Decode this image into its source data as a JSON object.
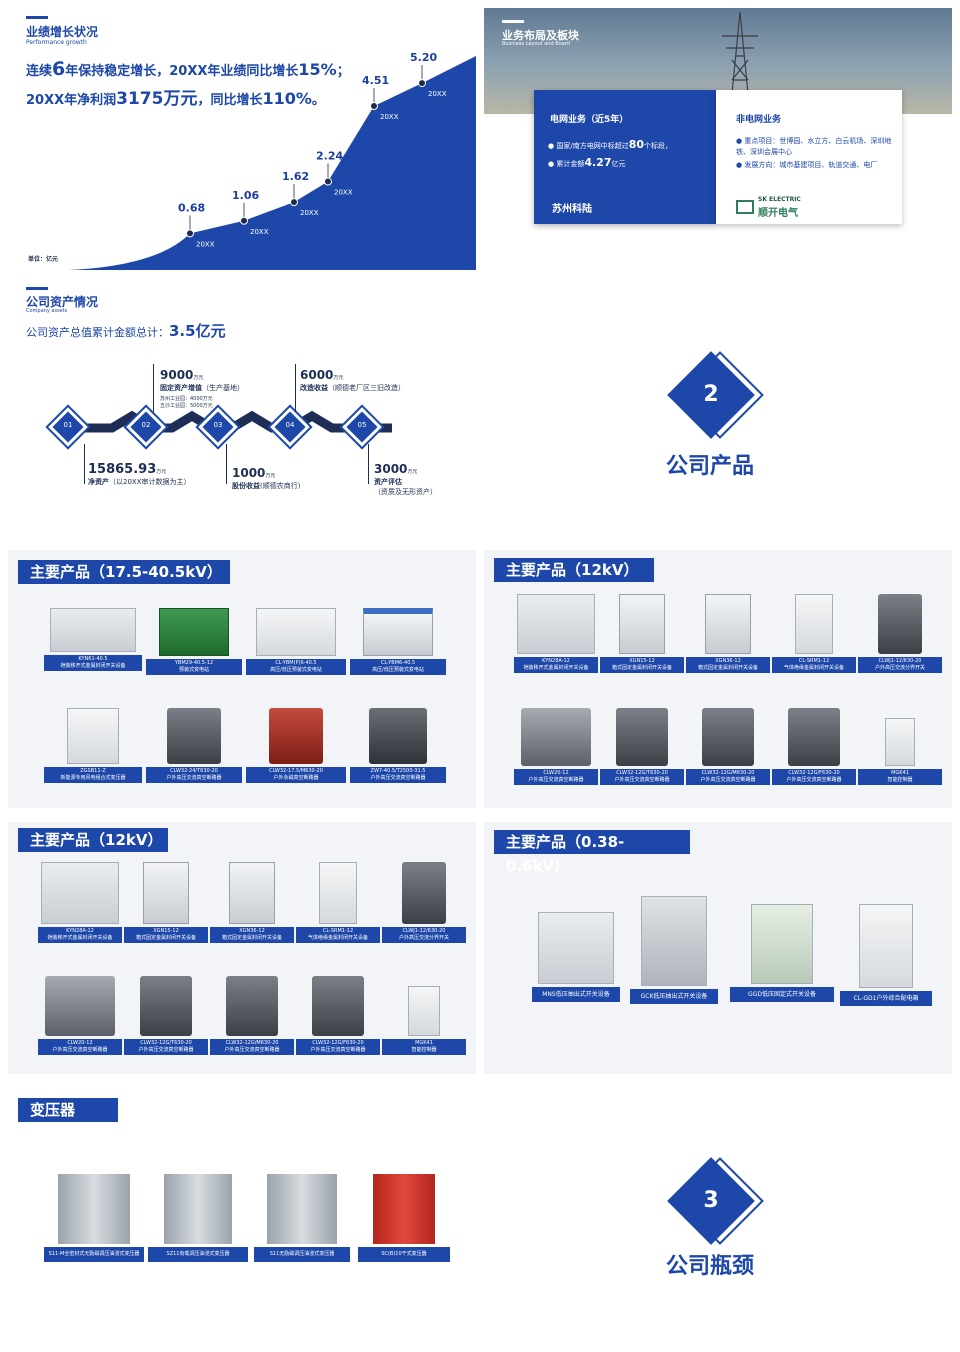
{
  "perf": {
    "title": "业绩增长状况",
    "subtitle": "Performance growth",
    "line1_a": "连续",
    "line1_num": "6",
    "line1_b": "年保持稳定增长，20XX年业绩同比增长",
    "line1_pct": "15%",
    "line1_end": "；",
    "line2_a": "20XX年净利润",
    "line2_num": "3175万元",
    "line2_b": "，同比增长",
    "line2_pct": "110%",
    "line2_end": "。",
    "unit": "单位：亿元"
  },
  "chart_data": {
    "type": "area",
    "categories": [
      "20XX",
      "20XX",
      "20XX",
      "20XX",
      "20XX",
      "20XX"
    ],
    "values": [
      0.68,
      1.06,
      1.62,
      2.24,
      4.51,
      5.2
    ],
    "value_labels": [
      "0.68",
      "1.06",
      "1.62",
      "2.24",
      "4.51",
      "5.20"
    ],
    "color": "#1d47a8",
    "grid": false
  },
  "biz": {
    "title": "业务布局及板块",
    "subtitle": "Business Layout and Board",
    "grid_title": "电网业务（近5年）",
    "grid_item1_a": "国家/南方电网中标超过",
    "grid_item1_num": "80",
    "grid_item1_b": "个标段，",
    "grid_item2_a": "累计金额",
    "grid_item2_num": "4.27",
    "grid_item2_b": "亿元",
    "grid_logo": "苏州科陆",
    "nongrid_title": "非电网业务",
    "nongrid_item1": "重点项目：世博园、水立方、白云机场、深圳地铁、深圳会展中心",
    "nongrid_item2": "发展方向：城市基建项目、轨道交通、电厂",
    "nongrid_logo_en": "SK ELECTRIC",
    "nongrid_logo_cn": "顺开电气"
  },
  "assets": {
    "title": "公司资产情况",
    "subtitle": "Company assets",
    "total_label": "公司资产总值累计金额总计：",
    "total_value": "3.5亿元",
    "steps": [
      "01",
      "02",
      "03",
      "04",
      "05"
    ],
    "items": [
      {
        "num": "9000",
        "unit": "万元",
        "name": "固定资产增值",
        "desc": "（生产基地）",
        "note1": "苏州工业园：4000万元",
        "note2": "五沙工业园：5000万元"
      },
      {
        "num": "6000",
        "unit": "万元",
        "name": "改造收益",
        "desc": "（顺德老厂区三旧改造）"
      },
      {
        "num": "15865.93",
        "unit": "万元",
        "name": "净资产",
        "desc": "（以20XX审计数据为主）"
      },
      {
        "num": "1000",
        "unit": "万元",
        "name": "股份收益",
        "desc": "(顺德农商行)"
      },
      {
        "num": "3000",
        "unit": "万元",
        "name": "资产评估",
        "desc": "（资质及无形资产）"
      }
    ]
  },
  "section2": {
    "num": "2",
    "title": "公司产品"
  },
  "section3": {
    "num": "3",
    "title": "公司瓶颈"
  },
  "p1": {
    "title": "主要产品（17.5-40.5kV）",
    "items": [
      "KYN61-40.5\n铠装移开式金属封闭开关设备",
      "YBM29-40.5-12\n预装式变电站",
      "CL-YBM(P)6-40.5\n高压/低压预装式变电站",
      "CL-YBM6-40.5\n高压/低压预装式变电站",
      "ZGSB11-Z\n新能源专用风电组合式变压器",
      "CLW32-24/T630-20\n户外高压交流真空断路器",
      "CLW32-17.5/M630-20\n户外永磁真空断路器",
      "ZW7-40.5/T2500-31.5\n户外高压交流真空断路器"
    ]
  },
  "p2": {
    "title": "主要产品（12kV）",
    "items": [
      "KYN28A-12\n铠装移开式金属封闭开关设备",
      "XGN15-12\n箱式固定金属封闭开关设备",
      "XGN36-12\n箱式固定金属封闭开关设备",
      "CL-SRM1-12\n气体绝缘金属封闭开关设备",
      "CLWJ1-12/630-20\n户外高压交流分界开关",
      "CLW20-12\n户外高压交流真空断路器",
      "CLW32-12G/T630-20\n户外高压交流真空断路器",
      "CLW32-12G/M630-20\n户外高压交流真空断路器",
      "CLW32-12G/F630-20\n户外高压交流真空断路器",
      "MGK41\n智能控制器"
    ]
  },
  "p3": {
    "title": "主要产品（12kV）",
    "items": [
      "KYN28A-12\n铠装移开式金属封闭开关设备",
      "XGN15-12\n箱式固定金属封闭开关设备",
      "XGN36-12\n箱式固定金属封闭开关设备",
      "CL-SRM1-12\n气体绝缘金属封闭开关设备",
      "CLWJ1-12/630-20\n户外高压交流分界开关",
      "CLW20-12\n户外高压交流真空断路器",
      "CLW32-12G/T630-20\n户外高压交流真空断路器",
      "CLW32-12G/M630-20\n户外高压交流真空断路器",
      "CLW32-12G/F630-20\n户外高压交流真空断路器",
      "MGK41\n智能控制器"
    ]
  },
  "p4": {
    "title": "主要产品（0.38-0.6kV）",
    "items": [
      "MNS低压抽出式开关设备",
      "GCK低压抽出式开关设备",
      "GGD低压固定式开关设备",
      "CL-GD1户外综合配电箱"
    ]
  },
  "p5": {
    "title": "变压器",
    "items": [
      "S11-M全密封式无励磁调压油浸式变压器",
      "SZ11有载调压油浸式变压器",
      "S11无励磁调压油浸式变压器",
      "SC(B)10干式变压器"
    ]
  }
}
